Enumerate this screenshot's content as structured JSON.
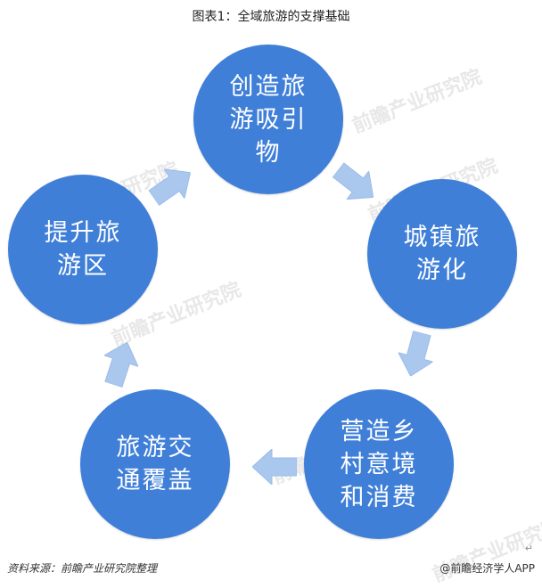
{
  "title": "图表1：全域旅游的支撑基础",
  "nodes": [
    {
      "text": "创造旅\n游吸引\n物"
    },
    {
      "text": "城镇旅\n游化"
    },
    {
      "text": "营造乡\n村意境\n和消费"
    },
    {
      "text": "旅游交\n通覆盖"
    },
    {
      "text": "提升旅\n游区"
    }
  ],
  "watermark": "前瞻产业研究院",
  "source": "资料来源：前瞻产业研究院整理",
  "brand": "@前瞻经济学人APP",
  "return_mark": "↵",
  "colors": {
    "node": "#3f7fd8",
    "arrow": "#aac7ee"
  }
}
